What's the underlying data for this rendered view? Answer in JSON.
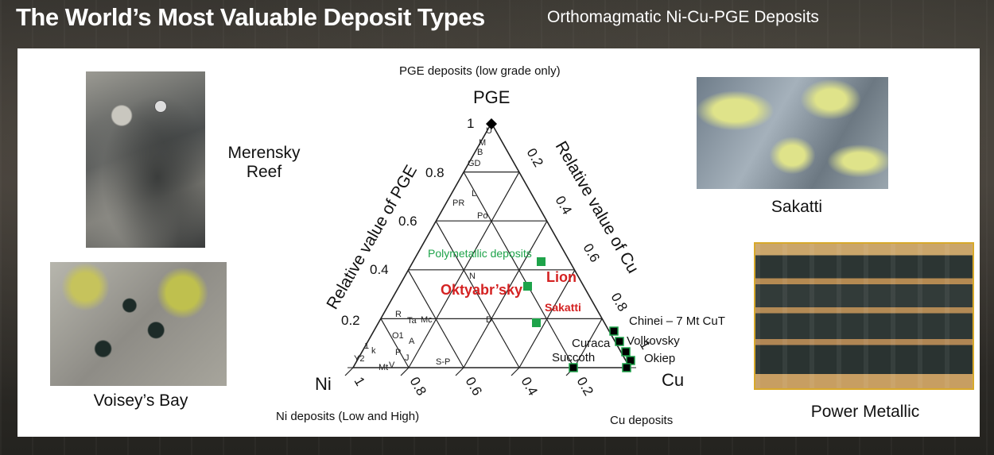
{
  "slide": {
    "title": "The World’s Most Valuable Deposit Types",
    "subtitle": "Orthomagmatic Ni-Cu-PGE Deposits"
  },
  "photos": {
    "merensky": {
      "label": "Merensky\nReef"
    },
    "voiseys": {
      "label": "Voisey’s Bay"
    },
    "sakatti": {
      "label": "Sakatti"
    },
    "power_metallic": {
      "label": "Power Metallic"
    }
  },
  "diagram": {
    "top_caption": "PGE deposits (low grade only)",
    "bottom_left_caption": "Ni deposits (Low and High)",
    "bottom_right_caption": "Cu deposits",
    "vertex_top": "PGE",
    "vertex_left": "Ni",
    "vertex_right": "Cu",
    "left_axis_title": "Relative value of PGE",
    "right_axis_title": "Relative value of Cu",
    "left_ticks": [
      "1",
      "0.8",
      "0.6",
      "0.4",
      "0.2"
    ],
    "right_ticks": [
      "0.2",
      "0.4",
      "0.6",
      "0.8",
      "1"
    ],
    "bottom_ticks": [
      "1",
      "0.8",
      "0.6",
      "0.4",
      "0.2"
    ],
    "field_labels": {
      "polymetallic": "Polymetallic deposits",
      "oktyabrsky": "Oktyabr’sky",
      "lion": "Lion",
      "sakatti": "Sakatti",
      "chinei": "Chinei – 7 Mt CuT",
      "curaca": "Curaca",
      "volkovsky": "Volkovsky",
      "okiep": "Okiep",
      "succoth": "Succoth"
    },
    "small_codes": [
      "U",
      "M",
      "B",
      "GD",
      "L",
      "PR",
      "Po",
      "N",
      "D",
      "R",
      "Ta",
      "Mc",
      "O1",
      "A",
      "P",
      "J",
      "S-P",
      "Mt",
      "V",
      "1",
      "k",
      "Y2"
    ],
    "colors": {
      "green": "#1ea34a",
      "red": "#d42222",
      "black": "#000000"
    }
  }
}
